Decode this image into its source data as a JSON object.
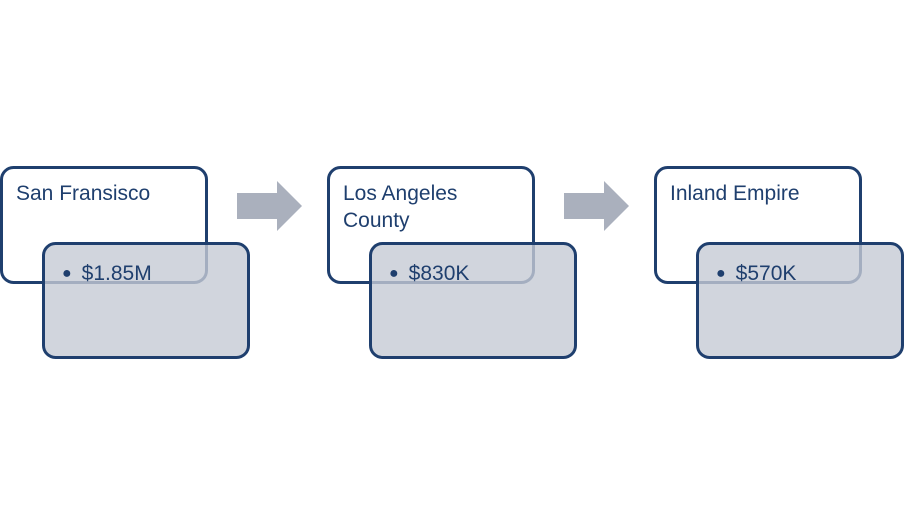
{
  "diagram": {
    "steps": [
      {
        "title": "San Fransisco",
        "bullet": "$1.85M"
      },
      {
        "title": "Los Angeles County",
        "bullet": "$830K"
      },
      {
        "title": "Inland Empire",
        "bullet": "$570K"
      }
    ],
    "colors": {
      "outline": "#1f3f6e",
      "detail_fill": "#c5cad4",
      "arrow": "#aab0bd",
      "text": "#1f3f6e"
    }
  }
}
